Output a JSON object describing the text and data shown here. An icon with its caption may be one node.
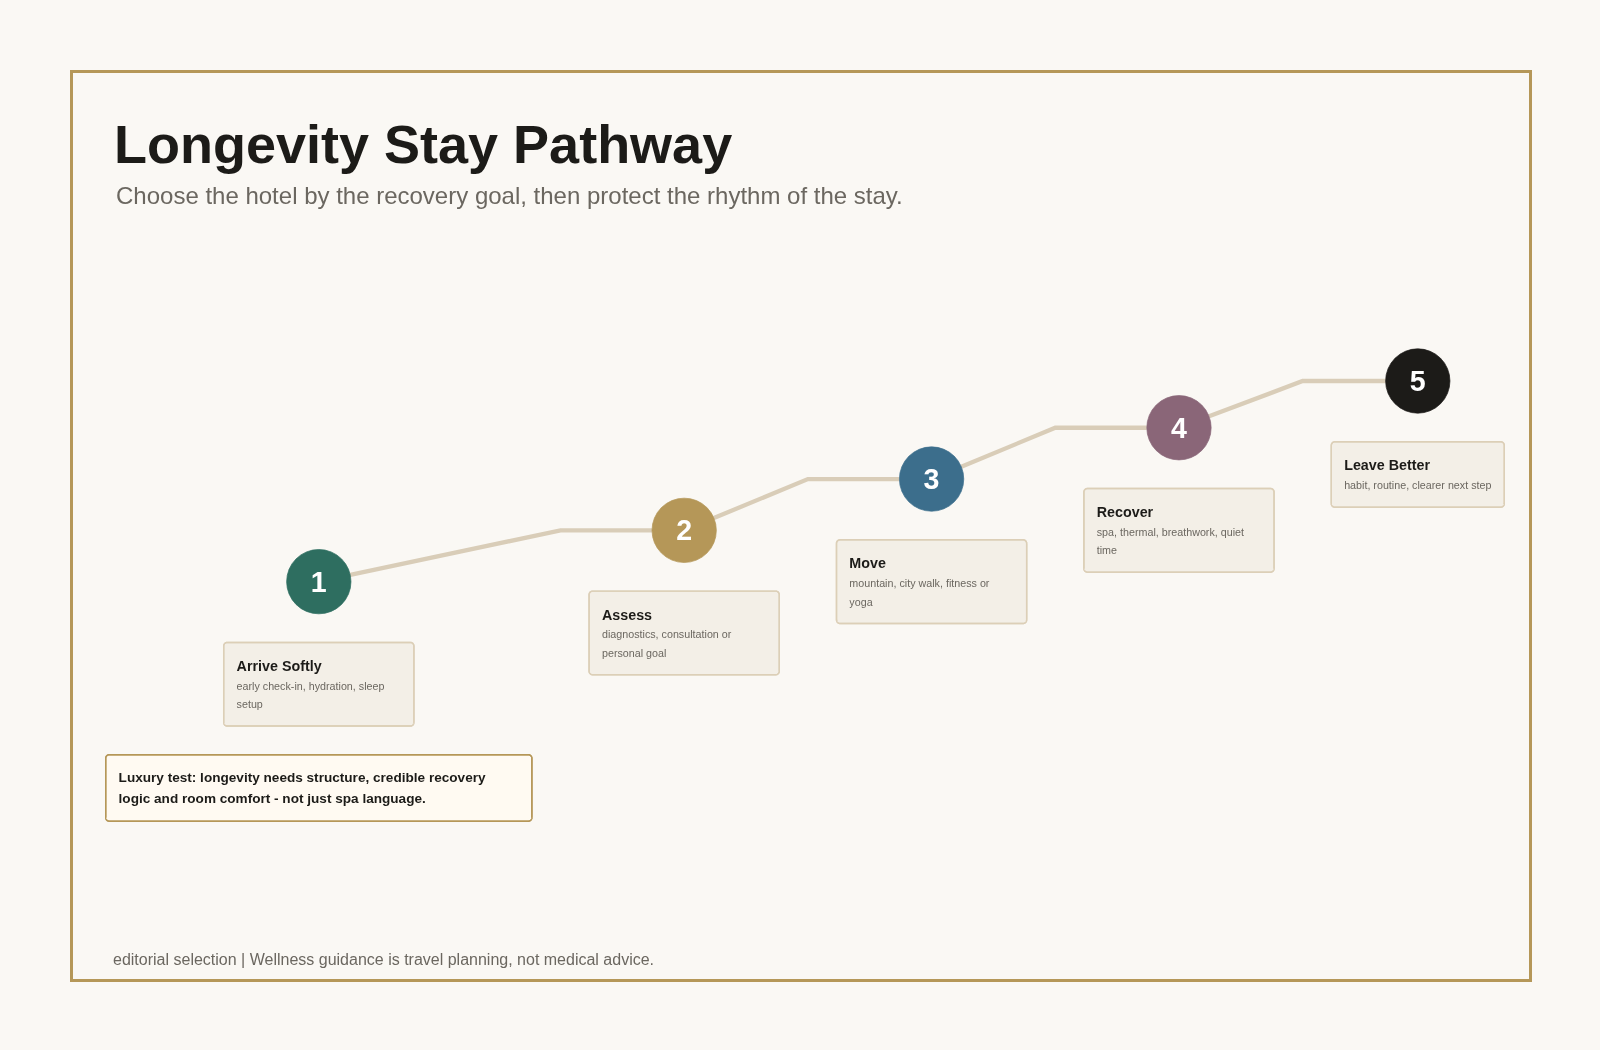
{
  "diagram": {
    "title": "Longevity Stay Pathway",
    "nodes": [
      {
        "text": [
          "1"
        ]
      },
      {
        "text": [
          "Arrive Softly",
          "early check-in, hydration, sleep setup"
        ]
      },
      {
        "text": [
          "2"
        ]
      },
      {
        "text": [
          "Assess",
          "diagnostics, consultation or personal goal"
        ]
      },
      {
        "text": [
          "3"
        ]
      },
      {
        "text": [
          "Move",
          "mountain, city walk, fitness or yoga"
        ]
      },
      {
        "text": [
          "4"
        ]
      },
      {
        "text": [
          "Recover",
          "spa, thermal, breathwork, quiet time"
        ]
      },
      {
        "text": [
          "5"
        ]
      },
      {
        "text": [
          "Leave Better",
          "habit, routine, clearer next step"
        ]
      },
      {
        "text": [
          "Luxury test: longevity needs structure, credible recovery logic and room comfort - not just spa language."
        ]
      }
    ],
    "edges": [
      {
        "from": 0,
        "to": 2,
        "arrow": "none"
      },
      {
        "from": 2,
        "to": 4,
        "arrow": "none"
      },
      {
        "from": 4,
        "to": 6,
        "arrow": "none"
      },
      {
        "from": 6,
        "to": 8,
        "arrow": "none"
      }
    ],
    "labels": [
      "Choose the hotel by the recovery goal, then protect the rhythm of the stay.",
      "editorial selection | Wellness guidance is travel planning, not medical advice."
    ]
  }
}
